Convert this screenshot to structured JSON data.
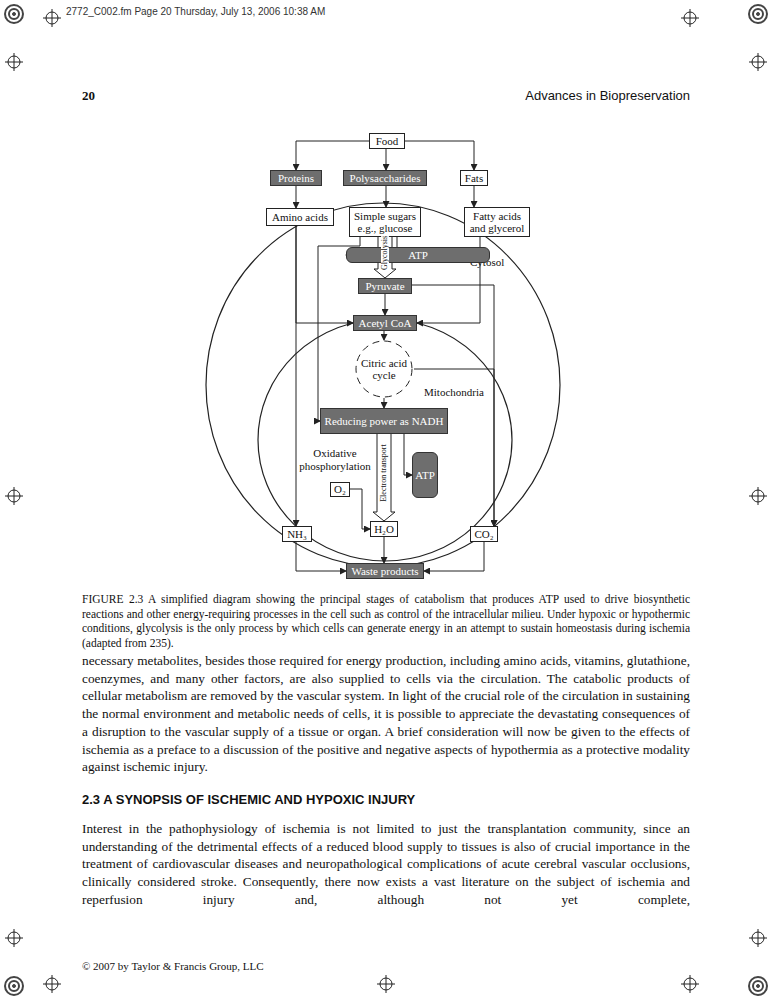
{
  "diagram": {
    "caption": "FIGURE 2.3 A simplified diagram showing the principal stages of catabolism that produces ATP used to drive biosynthetic reactions and other energy-requiring processes in the cell such as control of the intracellular milieu. Under hypoxic or hypothermic conditions, glycolysis is the only process by which cells can generate energy in an attempt to sustain homeostasis during ischemia (adapted from 235).",
    "nodes": [
      {
        "text": [
          "Food"
        ]
      },
      {
        "text": [
          "Proteins"
        ]
      },
      {
        "text": [
          "Polysaccharides"
        ]
      },
      {
        "text": [
          "Fats"
        ]
      },
      {
        "text": [
          "Cytosol"
        ]
      },
      {
        "text": [
          "Amino acids"
        ],
        "in": 4
      },
      {
        "text": [
          "Simple sugars e.g., glucose"
        ],
        "in": 4
      },
      {
        "text": [
          "Fatty acids and glycerol"
        ],
        "in": 4
      },
      {
        "text": [
          "ATP"
        ],
        "in": 4
      },
      {
        "text": [
          "Pyruvate"
        ],
        "in": 4
      },
      {
        "text": [
          "Mitochondria"
        ],
        "in": 4
      },
      {
        "text": [
          "Acetyl CoA"
        ],
        "in": 10
      },
      {
        "text": [
          "Citric acid cycle"
        ],
        "in": 10
      },
      {
        "text": [
          "Reducing power as NADH"
        ],
        "in": 10
      },
      {
        "text": [
          "O₂"
        ],
        "in": 10
      },
      {
        "text": [
          "ATP"
        ],
        "in": 10
      },
      {
        "text": [
          "H₂O"
        ],
        "in": 10
      },
      {
        "text": [
          "NH₃"
        ],
        "in": 4
      },
      {
        "text": [
          "CO₂"
        ],
        "in": 4
      },
      {
        "text": [
          "Waste products"
        ]
      }
    ],
    "edges": [
      {
        "from": 0,
        "to": 1,
        "arrow": "to"
      },
      {
        "from": 0,
        "to": 2,
        "arrow": "to"
      },
      {
        "from": 0,
        "to": 3,
        "arrow": "to"
      },
      {
        "from": 1,
        "to": 5,
        "arrow": "to"
      },
      {
        "from": 2,
        "to": 6,
        "arrow": "to"
      },
      {
        "from": 3,
        "to": 7,
        "arrow": "to"
      },
      {
        "from": 6,
        "to": 9,
        "label": "Glycolysis",
        "arrow": "to"
      },
      {
        "from": 6,
        "to": 8,
        "arrow": "to"
      },
      {
        "from": 9,
        "to": 11,
        "arrow": "to"
      },
      {
        "from": 5,
        "to": 11,
        "arrow": "to"
      },
      {
        "from": 5,
        "to": 17,
        "arrow": "to"
      },
      {
        "from": 7,
        "to": 11,
        "arrow": "to"
      },
      {
        "from": 9,
        "to": 18,
        "arrow": "to"
      },
      {
        "from": 6,
        "to": 13,
        "arrow": "to"
      },
      {
        "from": 11,
        "to": 12,
        "arrow": "to"
      },
      {
        "from": 12,
        "to": 13,
        "arrow": "to"
      },
      {
        "from": 13,
        "to": 16,
        "label": "Electron transport",
        "arrow": "to"
      },
      {
        "from": 14,
        "to": 16,
        "arrow": "to"
      },
      {
        "from": 13,
        "to": 15,
        "arrow": "to"
      },
      {
        "from": 12,
        "to": 18,
        "arrow": "to"
      },
      {
        "from": 17,
        "to": 19,
        "arrow": "to"
      },
      {
        "from": 16,
        "to": 19,
        "arrow": "to"
      },
      {
        "from": 18,
        "to": 19,
        "arrow": "to"
      }
    ],
    "labels": [
      "2772_C002.fm Page 20 Thursday, July 13, 2006 10:38 AM",
      "20",
      "Advances in Biopreservation",
      "Oxidative phosphorylation",
      "necessary metabolites, besides those required for energy production, including amino acids, vitamins, glutathione, coenzymes, and many other factors, are also supplied to cells via the circulation. The catabolic products of cellular metabolism are removed by the vascular system. In light of the crucial role of the circulation in sustaining the normal environment and metabolic needs of cells, it is possible to appreciate the devastating consequences of a disruption to the vascular supply of a tissue or organ. A brief consideration will now be given to the effects of ischemia as a preface to a discussion of the positive and negative aspects of hypothermia as a protective modality against ischemic injury.",
      "2.3 A SYNOPSIS OF ISCHEMIC AND HYPOXIC INJURY",
      "Interest in the pathophysiology of ischemia is not limited to just the transplantation community, since an understanding of the detrimental effects of a reduced blood supply to tissues is also of crucial importance in the treatment of cardiovascular diseases and neuropathological complications of acute cerebral vascular occlusions, clinically considered stroke. Consequently, there now exists a vast literature on the subject of ischemia and reperfusion injury and, although not yet complete,",
      "© 2007 by Taylor & Francis Group, LLC"
    ]
  }
}
